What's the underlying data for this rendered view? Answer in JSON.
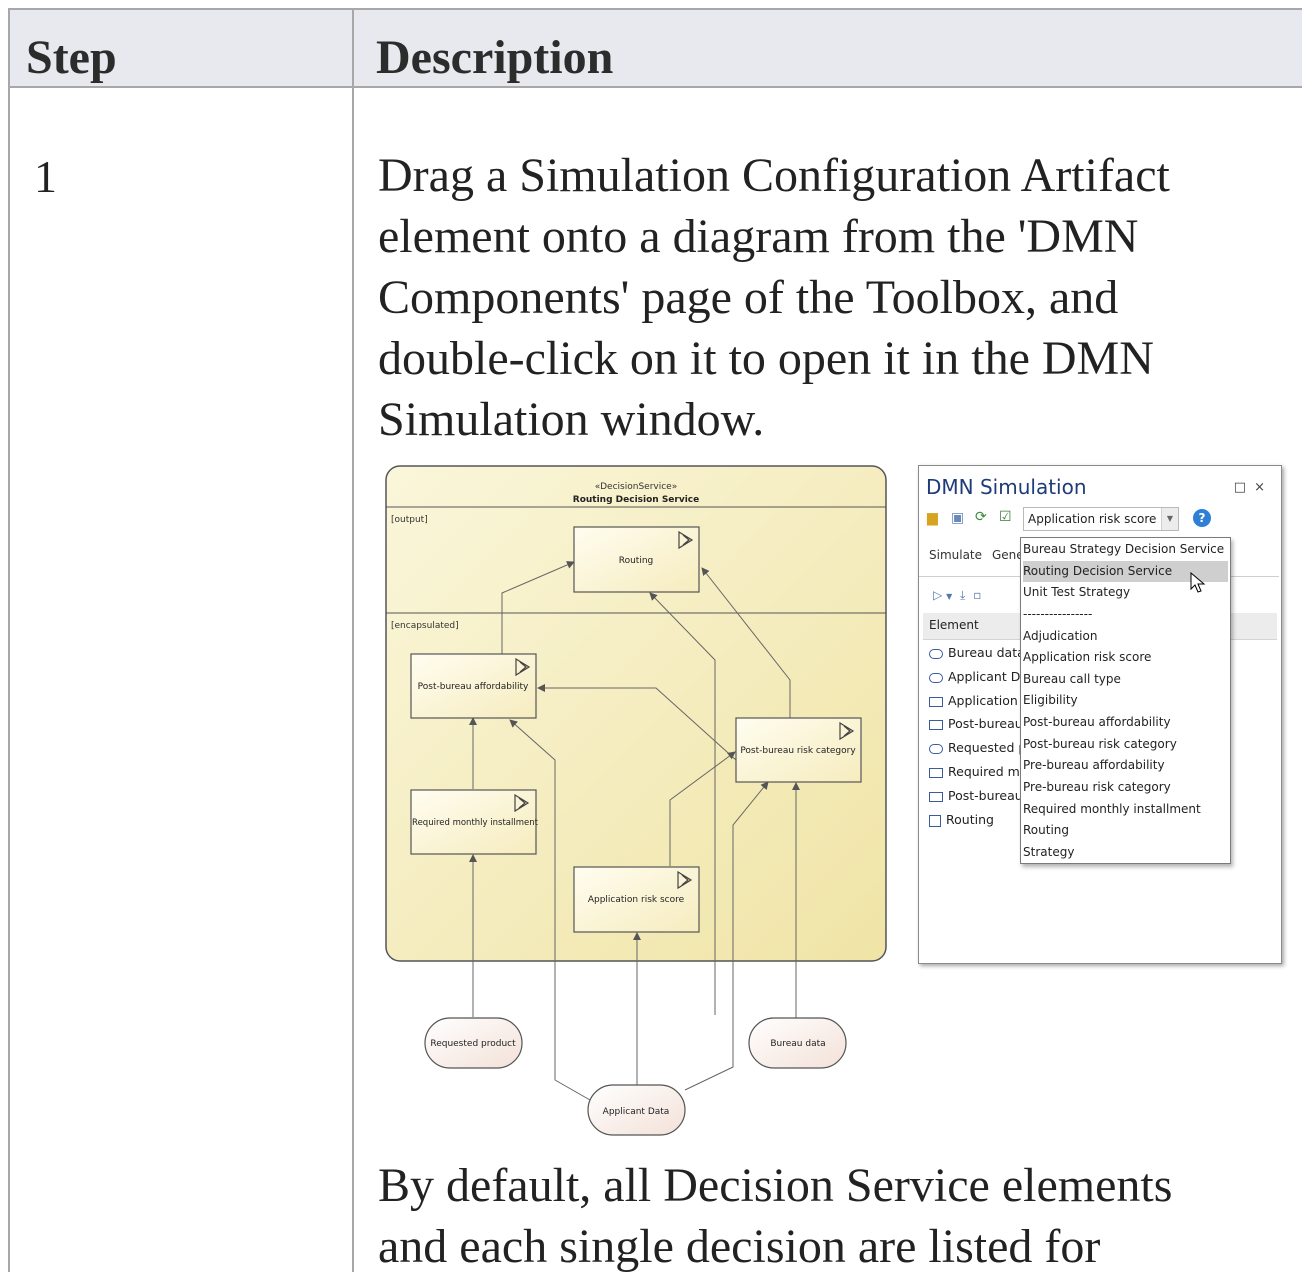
{
  "table": {
    "headers": [
      "Step",
      "Description"
    ],
    "step": "1",
    "paragraph1": [
      "Drag a Simulation Configuration Artifact",
      "element onto a diagram from the 'DMN",
      "Components' page of the Toolbox, and",
      "double-click on it to open it in the DMN",
      "Simulation window."
    ],
    "paragraph2": [
      "By default, all Decision Service elements",
      "and each single decision are listed for"
    ]
  },
  "diagram": {
    "stereotype": "«DecisionService»",
    "service_name": "Routing Decision Service",
    "compartment_output": "[output]",
    "compartment_encapsulated": "[encapsulated]",
    "decisions": {
      "routing": "Routing",
      "post_bureau_affordability": "Post-bureau affordability",
      "post_bureau_risk_category": "Post-bureau risk category",
      "required_monthly_installment": "Required monthly installment",
      "application_risk_score": "Application risk score"
    },
    "inputs": {
      "requested_product": "Requested product",
      "bureau_data": "Bureau data",
      "applicant_data": "Applicant Data"
    }
  },
  "dmn_window": {
    "title": "DMN Simulation",
    "combo_value": "Application risk score",
    "help": "?",
    "tabs": [
      "Simulate",
      "Gene"
    ],
    "column_element": "Element",
    "rows": [
      "Bureau data",
      "Applicant Dat",
      "Application r",
      "Post-bureau",
      "Requested pr",
      "Required mo",
      "Post-bureau",
      "Routing"
    ],
    "dropdown": [
      "Bureau Strategy Decision Service",
      "Routing Decision Service",
      "Unit Test Strategy",
      "----------------",
      "Adjudication",
      "Application risk score",
      "Bureau call type",
      "Eligibility",
      "Post-bureau affordability",
      "Post-bureau risk category",
      "Pre-bureau affordability",
      "Pre-bureau risk category",
      "Required monthly installment",
      "Routing",
      "Strategy"
    ],
    "selected_index": 1
  }
}
